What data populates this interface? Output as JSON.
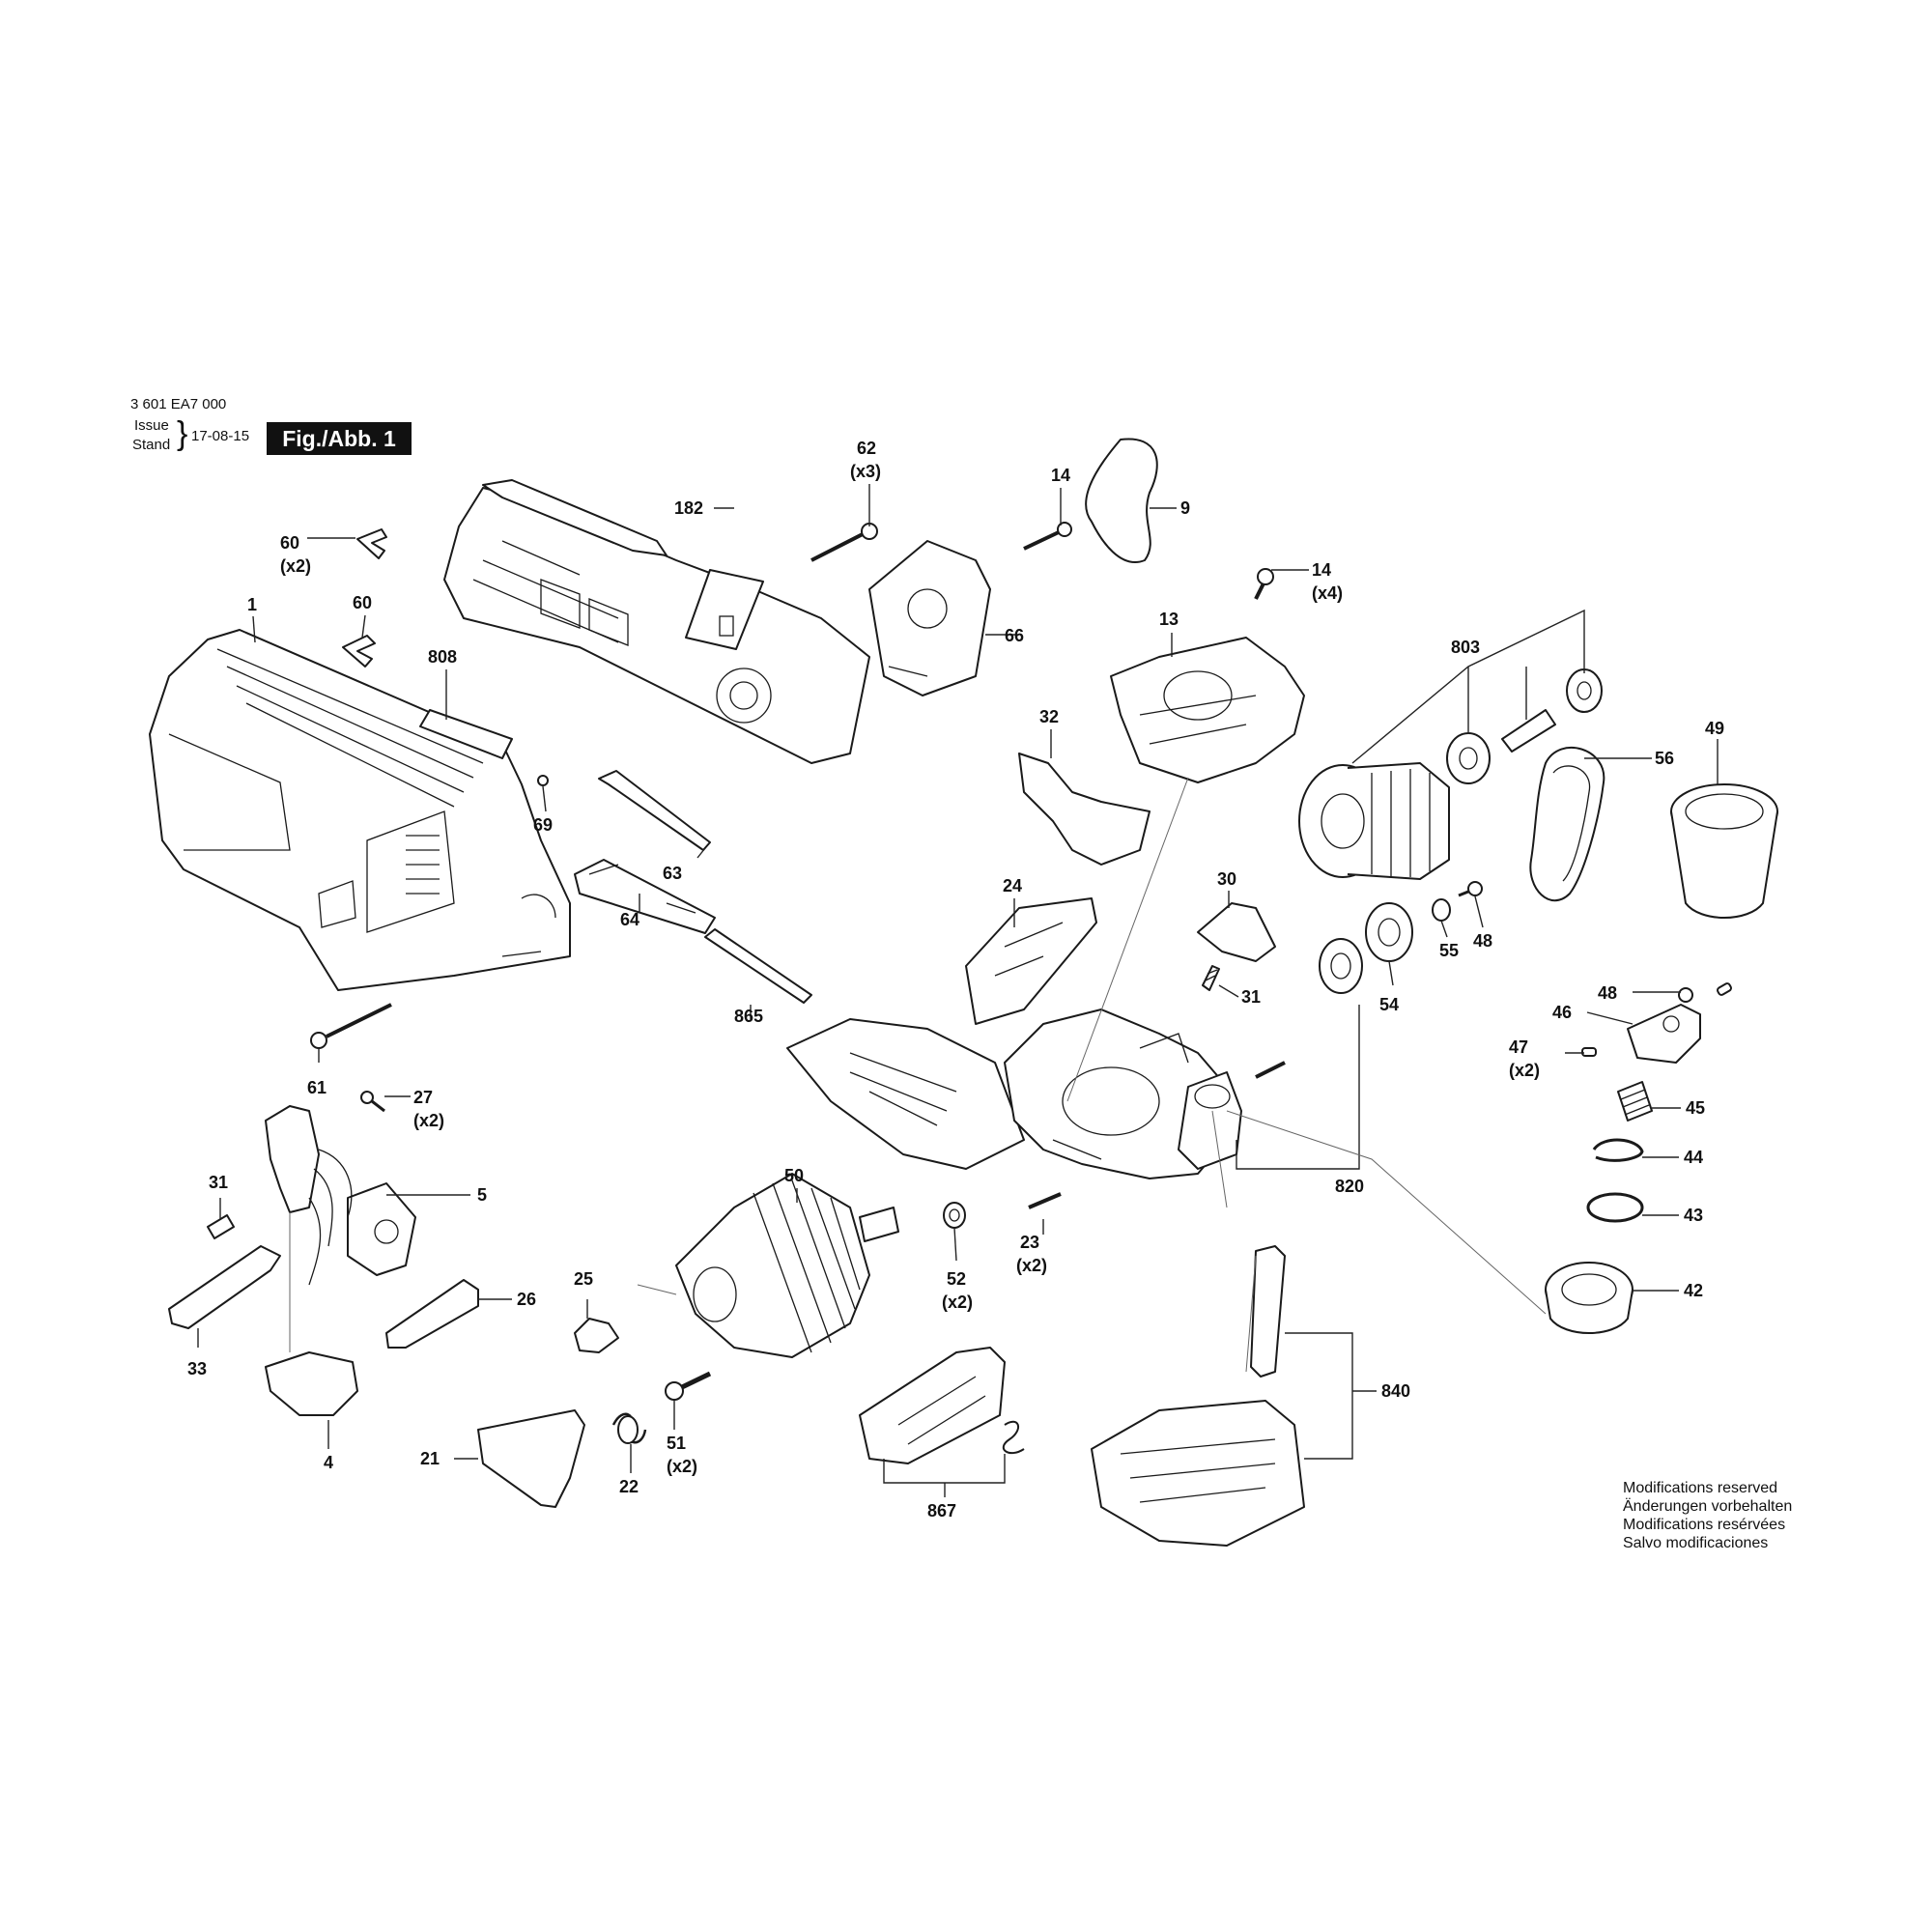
{
  "header": {
    "part_number": "3 601 EA7 000",
    "issue_label": "Issue",
    "stand_label": "Stand",
    "brace": "}",
    "date": "17-08-15",
    "figure": "Fig./Abb. 1"
  },
  "footer": {
    "lines": [
      "Modifications reserved",
      "Änderungen vorbehalten",
      "Modifications resérvées",
      "Salvo modificaciones"
    ]
  },
  "parts": {
    "p1": {
      "label": "1"
    },
    "p182": {
      "label": "182"
    },
    "p62": {
      "label": "62",
      "qty": "(x3)"
    },
    "p14a": {
      "label": "14"
    },
    "p9": {
      "label": "9"
    },
    "p60a": {
      "label": "60",
      "qty": "(x2)"
    },
    "p60b": {
      "label": "60"
    },
    "p66": {
      "label": "66"
    },
    "p14b": {
      "label": "14",
      "qty": "(x4)"
    },
    "p13": {
      "label": "13"
    },
    "p803": {
      "label": "803"
    },
    "p808": {
      "label": "808"
    },
    "p32": {
      "label": "32"
    },
    "p49": {
      "label": "49"
    },
    "p56": {
      "label": "56"
    },
    "p69": {
      "label": "69"
    },
    "p63": {
      "label": "63"
    },
    "p24": {
      "label": "24"
    },
    "p30": {
      "label": "30"
    },
    "p64": {
      "label": "64"
    },
    "p31a": {
      "label": "31"
    },
    "p54": {
      "label": "54"
    },
    "p55": {
      "label": "55"
    },
    "p48a": {
      "label": "48"
    },
    "p48b": {
      "label": "48"
    },
    "p46": {
      "label": "46"
    },
    "p865": {
      "label": "865"
    },
    "p47": {
      "label": "47",
      "qty": "(x2)"
    },
    "p61": {
      "label": "61"
    },
    "p27": {
      "label": "27",
      "qty": "(x2)"
    },
    "p45": {
      "label": "45"
    },
    "p44": {
      "label": "44"
    },
    "p820": {
      "label": "820"
    },
    "p31b": {
      "label": "31"
    },
    "p5": {
      "label": "5"
    },
    "p50": {
      "label": "50"
    },
    "p43": {
      "label": "43"
    },
    "p23": {
      "label": "23",
      "qty": "(x2)"
    },
    "p52": {
      "label": "52",
      "qty": "(x2)"
    },
    "p42": {
      "label": "42"
    },
    "p26": {
      "label": "26"
    },
    "p25": {
      "label": "25"
    },
    "p33": {
      "label": "33"
    },
    "p840": {
      "label": "840"
    },
    "p51": {
      "label": "51",
      "qty": "(x2)"
    },
    "p21": {
      "label": "21"
    },
    "p22": {
      "label": "22"
    },
    "p4": {
      "label": "4"
    },
    "p867": {
      "label": "867"
    }
  }
}
